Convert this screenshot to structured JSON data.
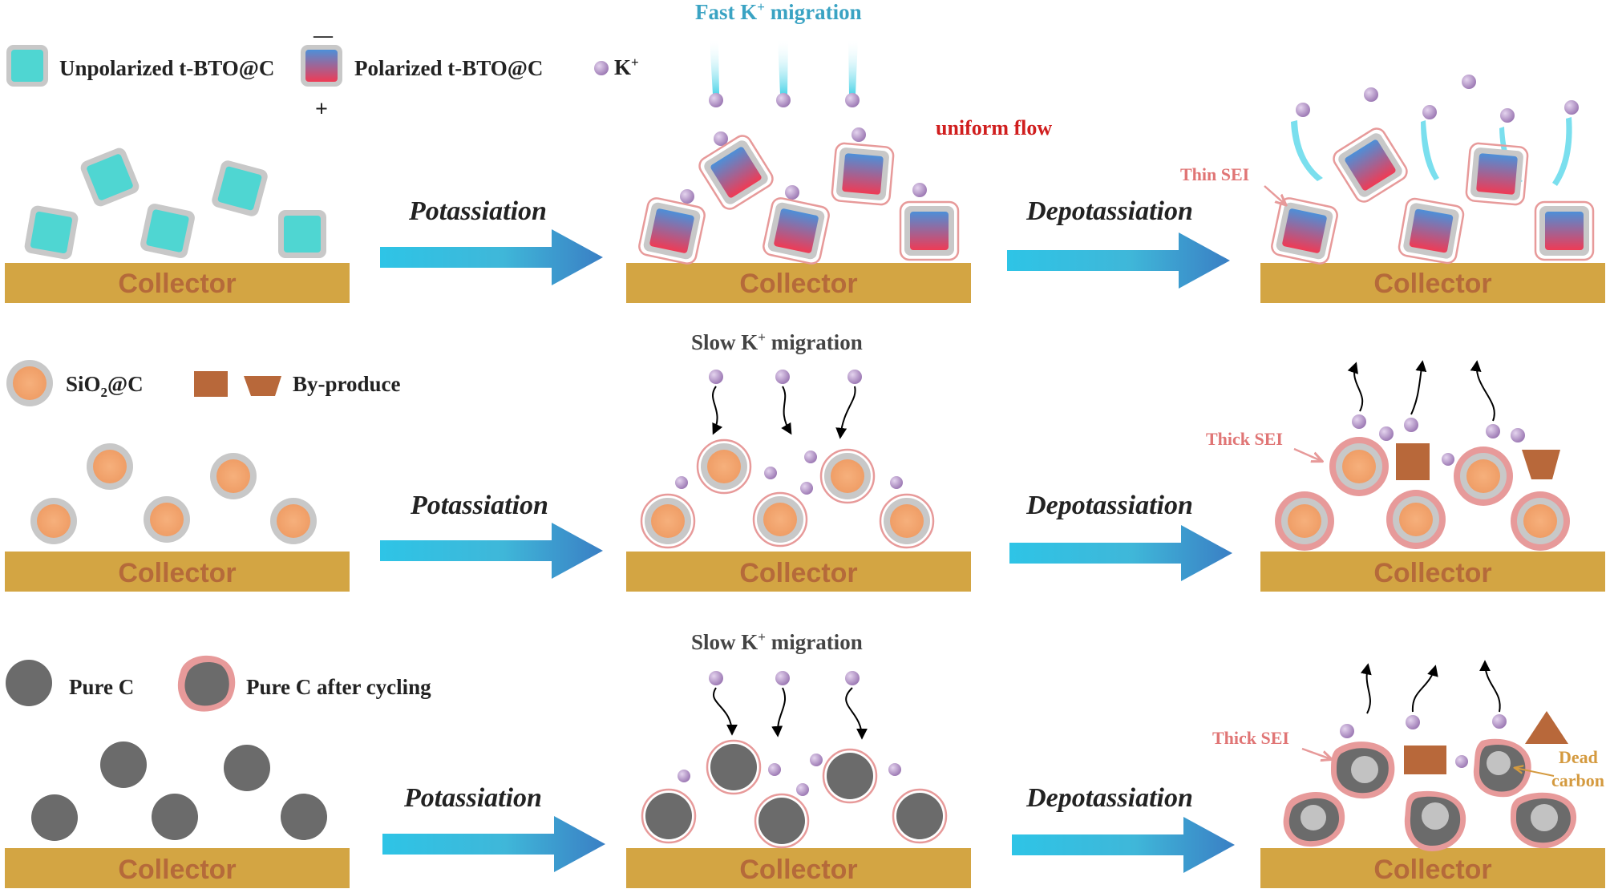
{
  "legend": {
    "unpolarized": "Unpolarized t-BTO@C",
    "polarized": "Polarized t-BTO@C",
    "minus_sign": "—",
    "plus_sign": "+",
    "k_ion": "K",
    "k_ion_sup": "+",
    "sio2_a": "SiO",
    "sio2_sub": "2",
    "sio2_b": "@C",
    "byproduct": "By-produce",
    "pure_c": "Pure C",
    "pure_c_cycled": "Pure C after cycling"
  },
  "process": {
    "potassiation": "Potassiation",
    "depotassiation": "Depotassiation",
    "collector": "Collector"
  },
  "row1": {
    "migration_a": "Fast  K",
    "migration_sup": "+",
    "migration_b": " migration",
    "uniform_flow": "uniform flow",
    "sei": "Thin SEI"
  },
  "row2": {
    "migration_a": "Slow  K",
    "migration_sup": "+",
    "migration_b": " migration",
    "sei": "Thick SEI"
  },
  "row3": {
    "migration_a": "Slow  K",
    "migration_sup": "+",
    "migration_b": " migration",
    "sei": "Thick SEI",
    "dead_carbon_1": "Dead",
    "dead_carbon_2": "carbon"
  },
  "colors": {
    "collector": "#d3a543",
    "collector_text": "#b56a3a",
    "cyan_particle": "#4fd6d2",
    "shell_gray": "#c9c9c9",
    "sei_pink": "#e79a9a",
    "polar_blue": "#4d8fd8",
    "polar_red": "#ef3b55",
    "k_ion": "#a985bd",
    "sio2_core": "#f2a26c",
    "carbon_gray": "#6b6b6b",
    "byproduct": "#b8683a",
    "fast_text": "#3aa3c3",
    "uniform_text": "#d01e1e",
    "sei_text": "#e07575",
    "dead_text": "#d49a3f"
  }
}
